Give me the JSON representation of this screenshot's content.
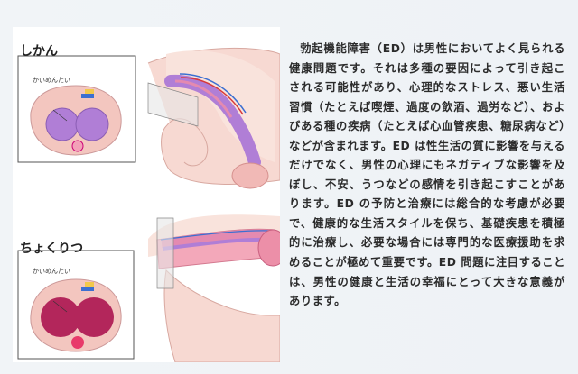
{
  "figure": {
    "label_flaccid": "しかん",
    "label_erect": "ちょくりつ",
    "crosssection_label_1": "かいめんたい",
    "crosssection_label_2": "かいめんたい",
    "colors": {
      "pink": "#e48ab0",
      "purple": "#b07ed6",
      "skin": "#f7d9d2",
      "dark_pink": "#b3265b"
    }
  },
  "article": {
    "body": "勃起機能障害（ED）は男性においてよく見られる健康問題です。それは多種の要因によって引き起こされる可能性があり、心理的なストレス、悪い生活習慣（たとえば喫煙、過度の飲酒、過労など）、およびある種の疾病（たとえば心血管疾患、糖尿病など）などが含まれます。ED は性生活の質に影響を与えるだけでなく、男性の心理にもネガティブな影響を及ぼし、不安、うつなどの感情を引き起こすことがあります。ED の予防と治療には総合的な考慮が必要で、健康的な生活スタイルを保ち、基礎疾患を積極的に治療し、必要な場合には専門的な医療援助を求めることが極めて重要です。ED 問題に注目することは、男性の健康と生活の幸福にとって大きな意義があります。"
  }
}
